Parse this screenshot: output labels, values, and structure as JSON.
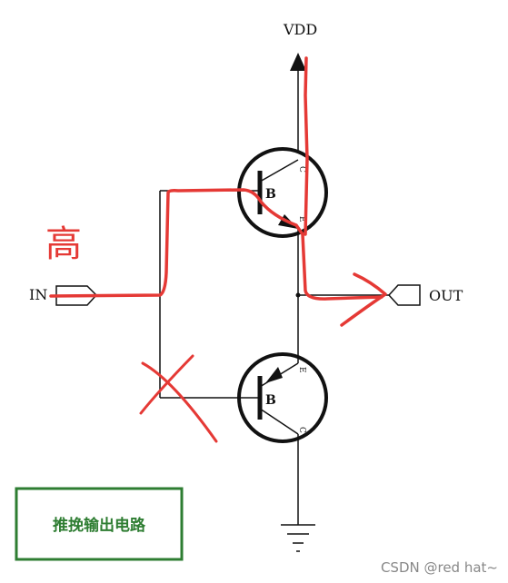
{
  "labels": {
    "vdd": "VDD",
    "in": "IN",
    "out": "OUT",
    "base_top": "B",
    "base_bottom": "B",
    "collector_top": "C",
    "emitter_top": "E",
    "emitter_bottom": "E",
    "collector_bottom": "C"
  },
  "annotation": "高",
  "title_box": "推挽输出电路",
  "watermark": "CSDN @red hat~",
  "colors": {
    "wire": "#111111",
    "highlight": "#e53935",
    "title_border": "#2e7d32",
    "title_text": "#2e7d32"
  }
}
